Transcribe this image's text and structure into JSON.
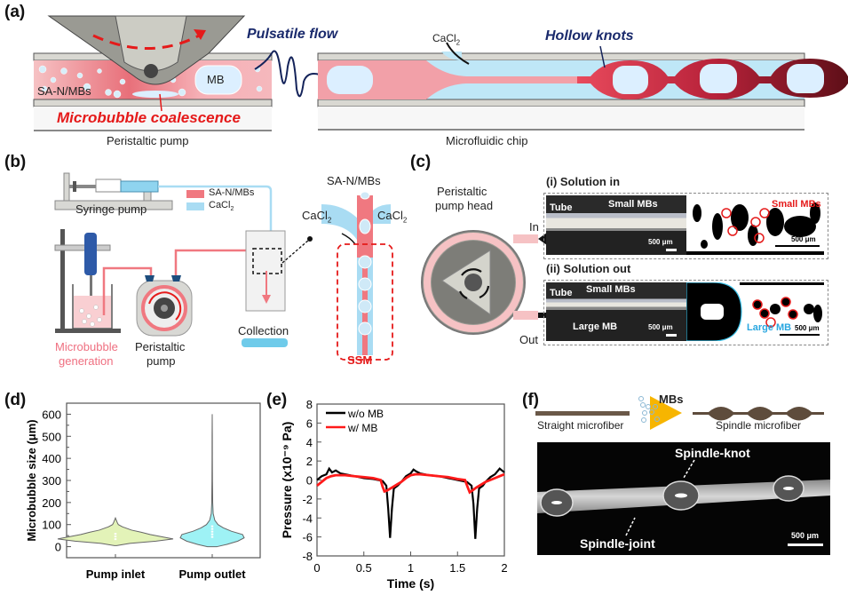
{
  "panels": {
    "a": {
      "label": "(a)",
      "pulsatile_flow": "Pulsatile flow",
      "hollow_knots": "Hollow knots",
      "cacl2": "CaCl",
      "cacl2_sub": "2",
      "sa_n_mbs": "SA-N/MBs",
      "mb": "MB",
      "microbubble_coalescence": "Microbubble coalescence",
      "peristaltic_pump": "Peristaltic pump",
      "microfluidic_chip": "Microfluidic chip"
    },
    "b": {
      "label": "(b)",
      "syringe_pump": "Syringe pump",
      "legend": [
        {
          "name": "SA-N/MBs",
          "color": "#f07880"
        },
        {
          "name": "CaCl",
          "sub": "2",
          "color": "#a9dcf3"
        }
      ],
      "microbubble_generation_1": "Microbubble",
      "microbubble_generation_2": "generation",
      "peristaltic_pump_1": "Peristaltic",
      "peristaltic_pump_2": "pump",
      "collection": "Collection",
      "inset_top": "SA-N/MBs",
      "inset_left": "CaCl",
      "inset_right": "CaCl",
      "inset_sub": "2",
      "ssm": "SSM"
    },
    "c": {
      "label": "(c)",
      "pump_head_1": "Peristaltic",
      "pump_head_2": "pump head",
      "in": "In",
      "out": "Out",
      "solution_in": "(i) Solution in",
      "solution_out": "(ii) Solution out",
      "tube": "Tube",
      "small_mbs": "Small MBs",
      "large_mb": "Large MB",
      "scale": "500 μm"
    },
    "d": {
      "label": "(d)"
    },
    "e": {
      "label": "(e)"
    },
    "f": {
      "label": "(f)",
      "mbs": "MBs",
      "straight": "Straight microfiber",
      "spindle": "Spindle microfiber",
      "spindle_knot": "Spindle-knot",
      "spindle_joint": "Spindle-joint",
      "scale": "500 μm"
    }
  },
  "chart_data": [
    {
      "id": "d",
      "type": "violin",
      "title": "",
      "xlabel": "",
      "ylabel": "Microbubble size (μm)",
      "categories": [
        "Pump inlet",
        "Pump outlet"
      ],
      "ylim": [
        -50,
        650
      ],
      "yticks": [
        0,
        100,
        200,
        300,
        400,
        500,
        600
      ],
      "series": [
        {
          "name": "Pump inlet",
          "color": "#e3f3b8",
          "min": 5,
          "max": 130,
          "mode": 35,
          "median": 45,
          "q1": 30,
          "q3": 65
        },
        {
          "name": "Pump outlet",
          "color": "#9ef2f5",
          "min": 0,
          "max": 600,
          "mode": 50,
          "median": 60,
          "q1": 40,
          "q3": 100
        }
      ],
      "violin_profiles": {
        "Pump inlet": [
          [
            5,
            0.02
          ],
          [
            15,
            0.25
          ],
          [
            25,
            0.7
          ],
          [
            35,
            1.0
          ],
          [
            45,
            0.8
          ],
          [
            55,
            0.6
          ],
          [
            65,
            0.45
          ],
          [
            75,
            0.28
          ],
          [
            90,
            0.12
          ],
          [
            100,
            0.05
          ],
          [
            110,
            0.03
          ],
          [
            130,
            0.0
          ]
        ],
        "Pump outlet": [
          [
            0,
            0.15
          ],
          [
            10,
            0.45
          ],
          [
            25,
            0.8
          ],
          [
            40,
            1.0
          ],
          [
            55,
            0.95
          ],
          [
            70,
            0.6
          ],
          [
            85,
            0.35
          ],
          [
            100,
            0.18
          ],
          [
            120,
            0.08
          ],
          [
            150,
            0.03
          ],
          [
            200,
            0.015
          ],
          [
            250,
            0.012
          ],
          [
            300,
            0.008
          ],
          [
            400,
            0.005
          ],
          [
            500,
            0.004
          ],
          [
            600,
            0.0
          ]
        ]
      }
    },
    {
      "id": "e",
      "type": "line",
      "title": "",
      "xlabel": "Time (s)",
      "ylabel": "Pressure (x10⁻⁹ Pa)",
      "xlim": [
        0,
        2
      ],
      "ylim": [
        -8,
        8
      ],
      "xticks": [
        0,
        0.5,
        1,
        1.5,
        2
      ],
      "yticks": [
        -8,
        -6,
        -4,
        -2,
        0,
        2,
        4,
        6,
        8
      ],
      "legend_position": "top-left",
      "series": [
        {
          "name": "w/o MB",
          "color": "#000000",
          "x": [
            0,
            0.05,
            0.1,
            0.13,
            0.16,
            0.2,
            0.25,
            0.3,
            0.4,
            0.5,
            0.6,
            0.7,
            0.74,
            0.76,
            0.78,
            0.8,
            0.82,
            0.86,
            0.9,
            0.95,
            1.0,
            1.03,
            1.06,
            1.1,
            1.2,
            1.3,
            1.4,
            1.5,
            1.6,
            1.65,
            1.67,
            1.69,
            1.71,
            1.73,
            1.77,
            1.8,
            1.85,
            1.9,
            1.95,
            2.0
          ],
          "y": [
            0,
            0.4,
            0.6,
            1.2,
            0.8,
            1.0,
            0.7,
            0.6,
            0.4,
            0.2,
            0.1,
            -0.1,
            -0.6,
            -3.0,
            -6.1,
            -3.0,
            -0.9,
            -0.6,
            -0.2,
            0.4,
            0.7,
            1.1,
            0.9,
            0.7,
            0.5,
            0.4,
            0.2,
            0.0,
            -0.2,
            -0.6,
            -2.5,
            -6.2,
            -3.0,
            -0.9,
            -0.6,
            -0.2,
            0.3,
            0.6,
            1.2,
            0.8
          ]
        },
        {
          "name": "w/ MB",
          "color": "#ff1a1a",
          "x": [
            0,
            0.05,
            0.1,
            0.15,
            0.2,
            0.3,
            0.4,
            0.5,
            0.6,
            0.68,
            0.7,
            0.72,
            0.75,
            0.8,
            0.85,
            0.9,
            0.95,
            1.0,
            1.05,
            1.1,
            1.2,
            1.3,
            1.4,
            1.5,
            1.58,
            1.61,
            1.63,
            1.66,
            1.7,
            1.75,
            1.8,
            1.85,
            1.9,
            1.95,
            2.0
          ],
          "y": [
            -0.6,
            -0.2,
            0.2,
            0.4,
            0.5,
            0.5,
            0.4,
            0.3,
            0.2,
            0.0,
            -0.7,
            -1.2,
            -1.1,
            -0.8,
            -0.5,
            -0.2,
            0.2,
            0.5,
            0.6,
            0.6,
            0.5,
            0.4,
            0.3,
            0.1,
            0.0,
            -0.8,
            -1.3,
            -1.1,
            -0.8,
            -0.5,
            -0.2,
            0.0,
            0.2,
            0.4,
            0.6
          ]
        }
      ]
    }
  ]
}
